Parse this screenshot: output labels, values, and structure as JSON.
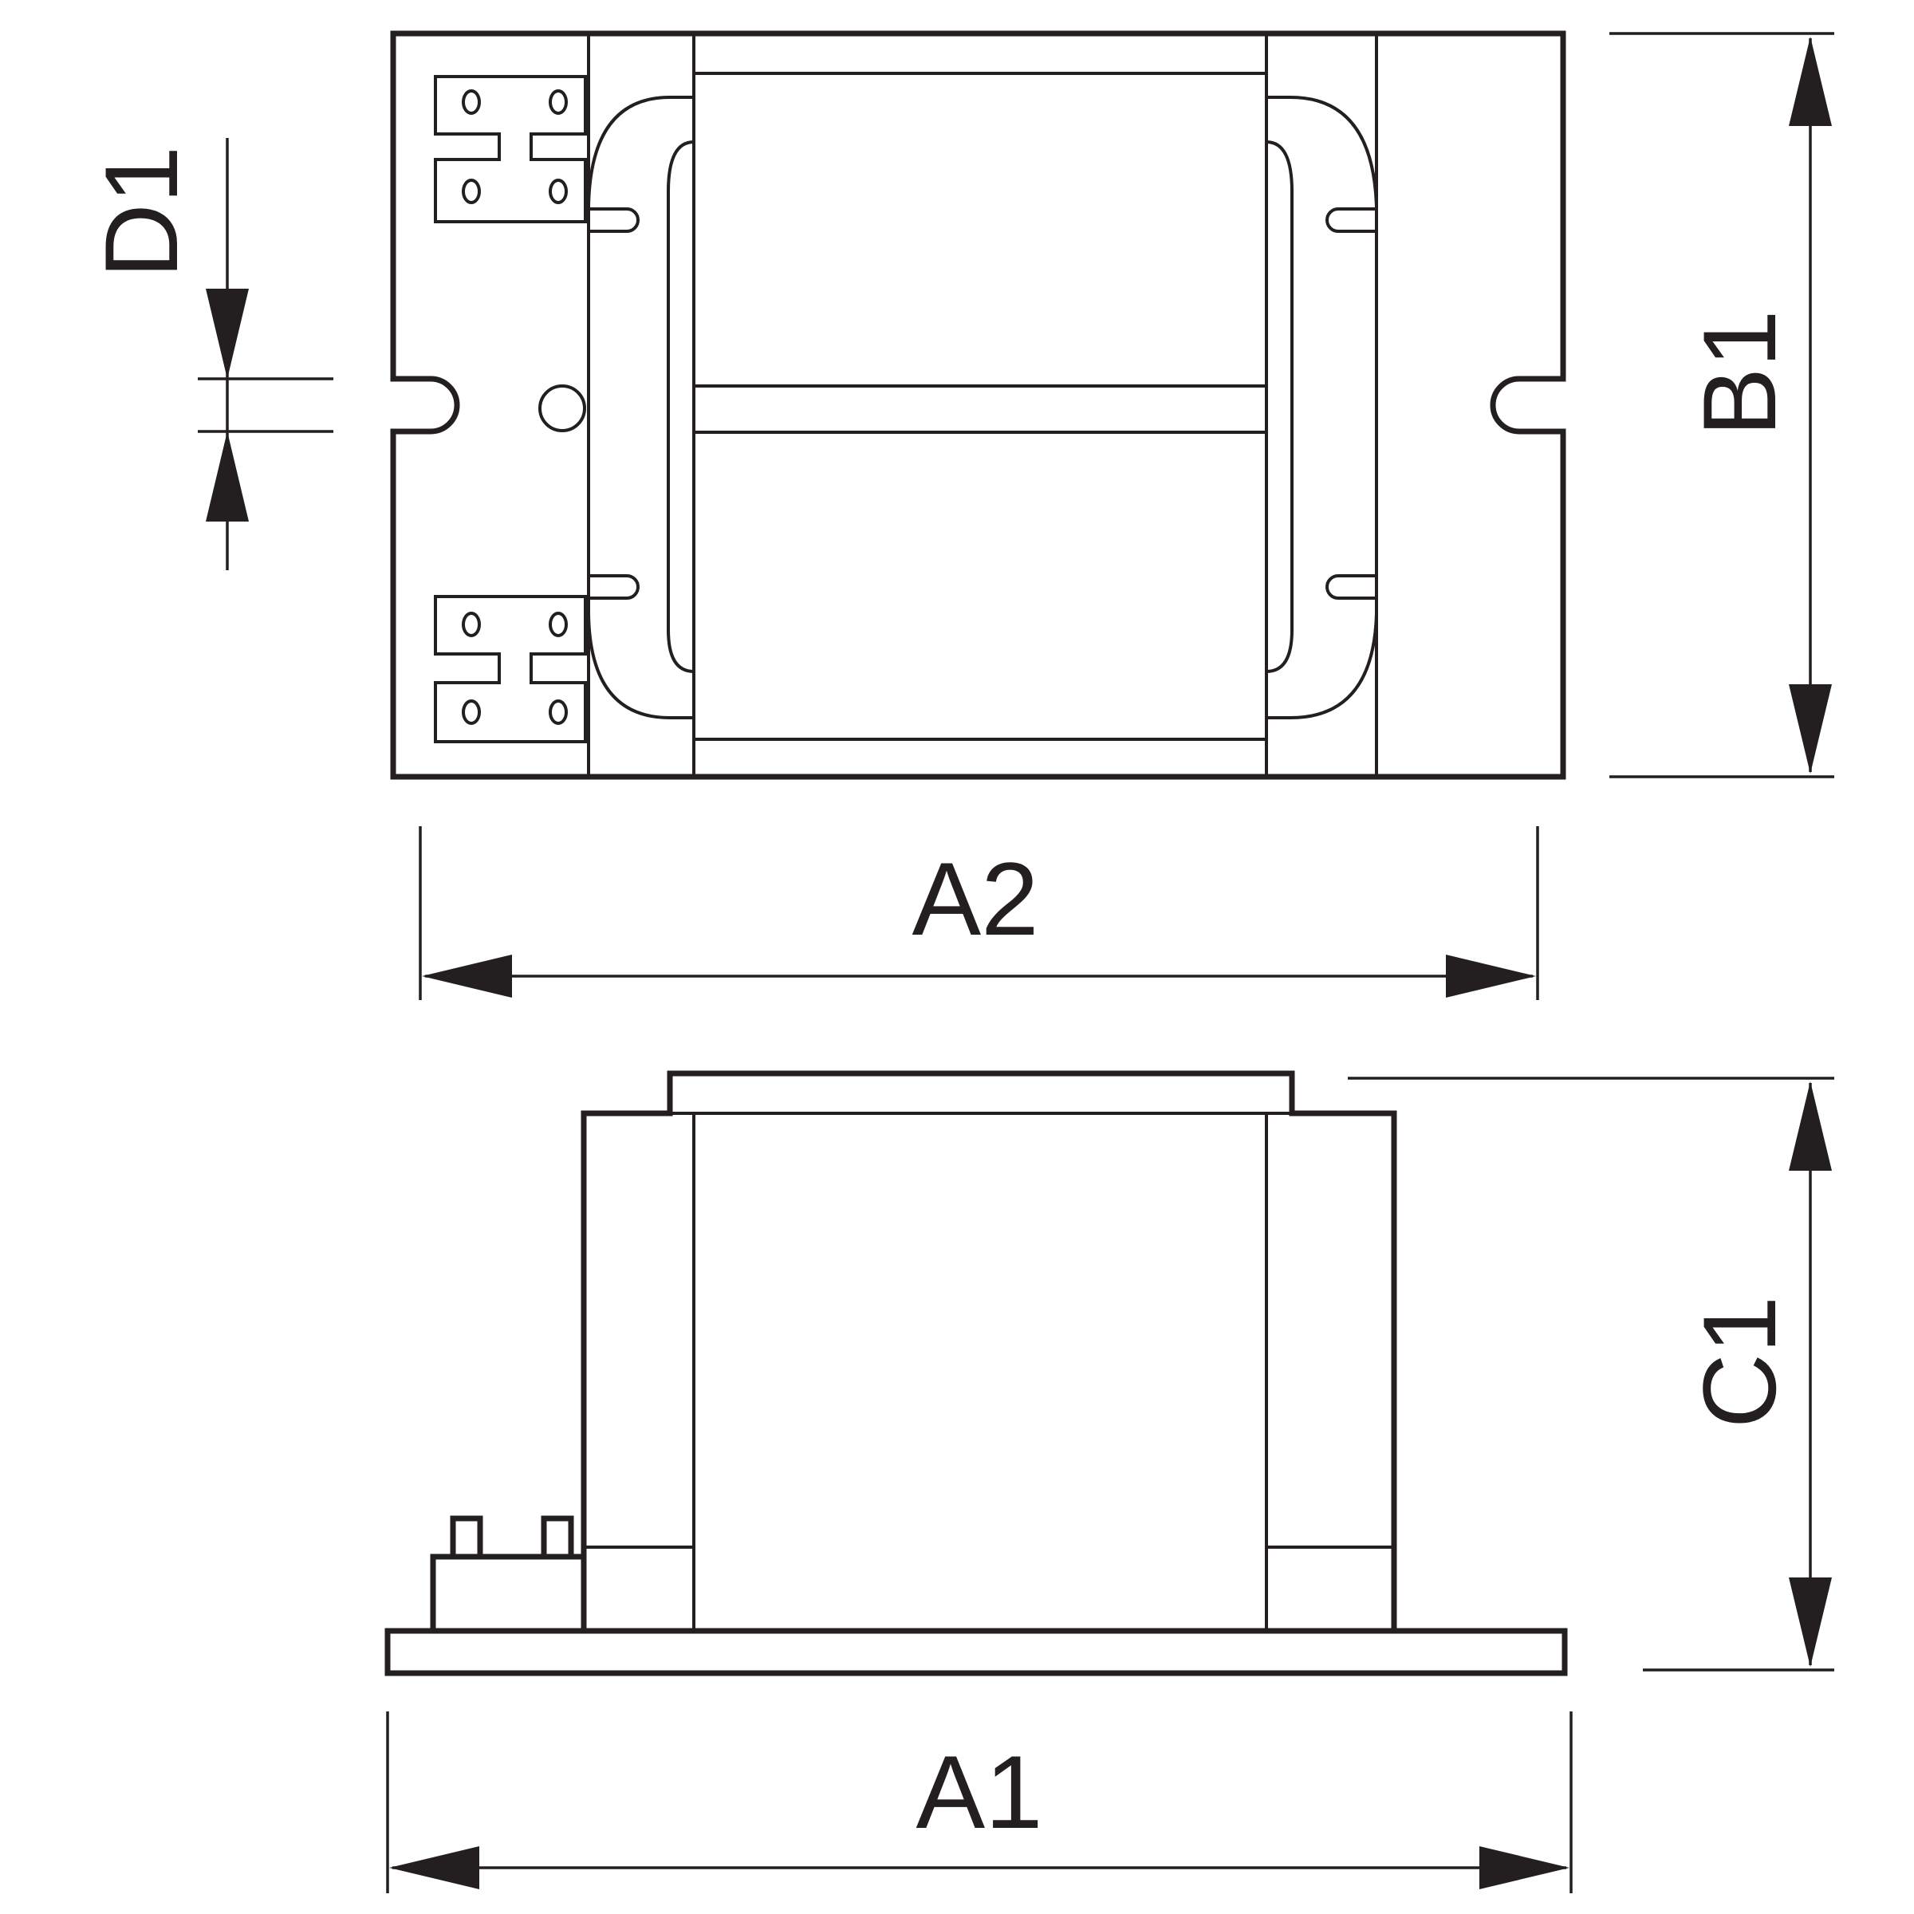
{
  "dimensions": {
    "d1": "D1",
    "b1": "B1",
    "a2": "A2",
    "c1": "C1",
    "a1": "A1"
  },
  "colors": {
    "line": "#231f20",
    "background": "#ffffff"
  }
}
